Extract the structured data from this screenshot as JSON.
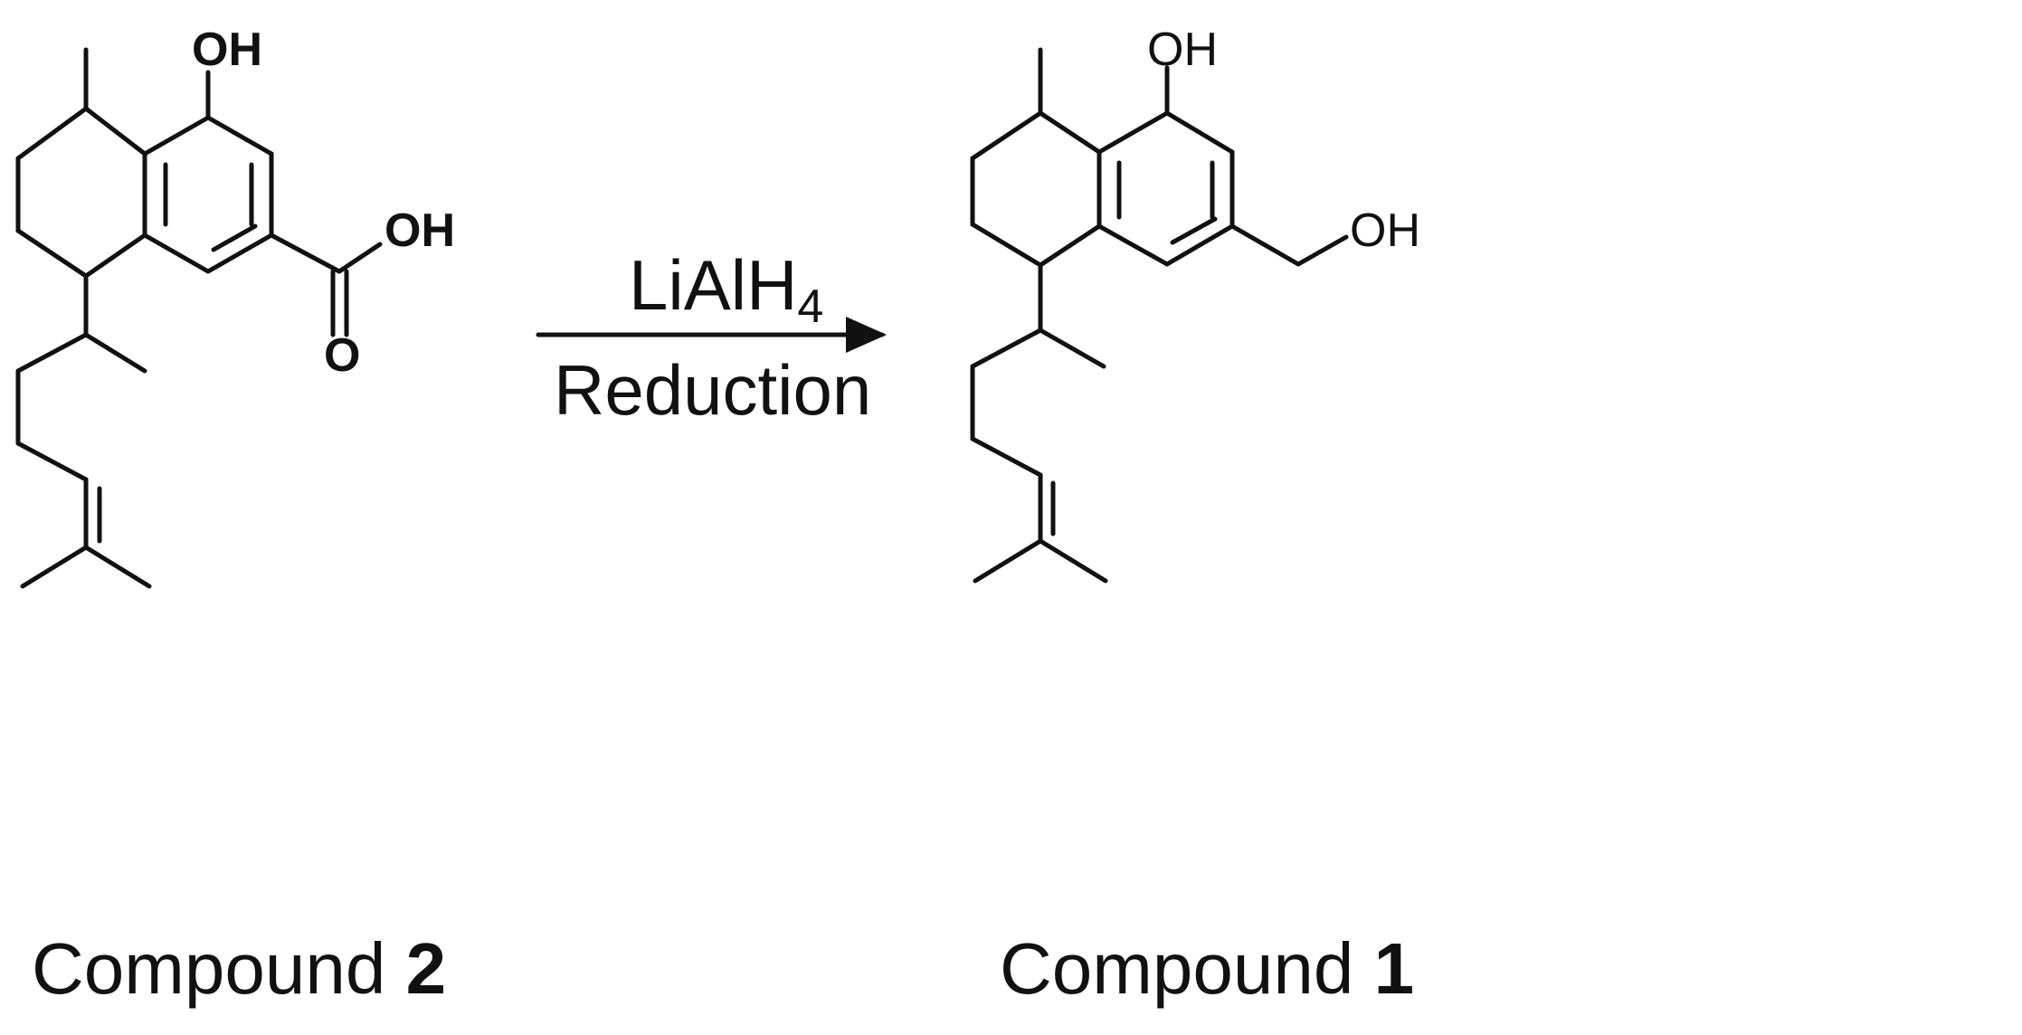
{
  "compound_left": {
    "caption_prefix": "Compound ",
    "caption_number": "2",
    "labels": {
      "oh_top": "OH",
      "oh_acid": "OH",
      "o_carbonyl": "O"
    }
  },
  "compound_right": {
    "caption_prefix": "Compound ",
    "caption_number": "1",
    "labels": {
      "oh_top": "OH",
      "oh_alcohol": "OH"
    }
  },
  "reaction": {
    "reagent_main": "LiAlH",
    "reagent_subscript": "4",
    "condition": "Reduction"
  }
}
